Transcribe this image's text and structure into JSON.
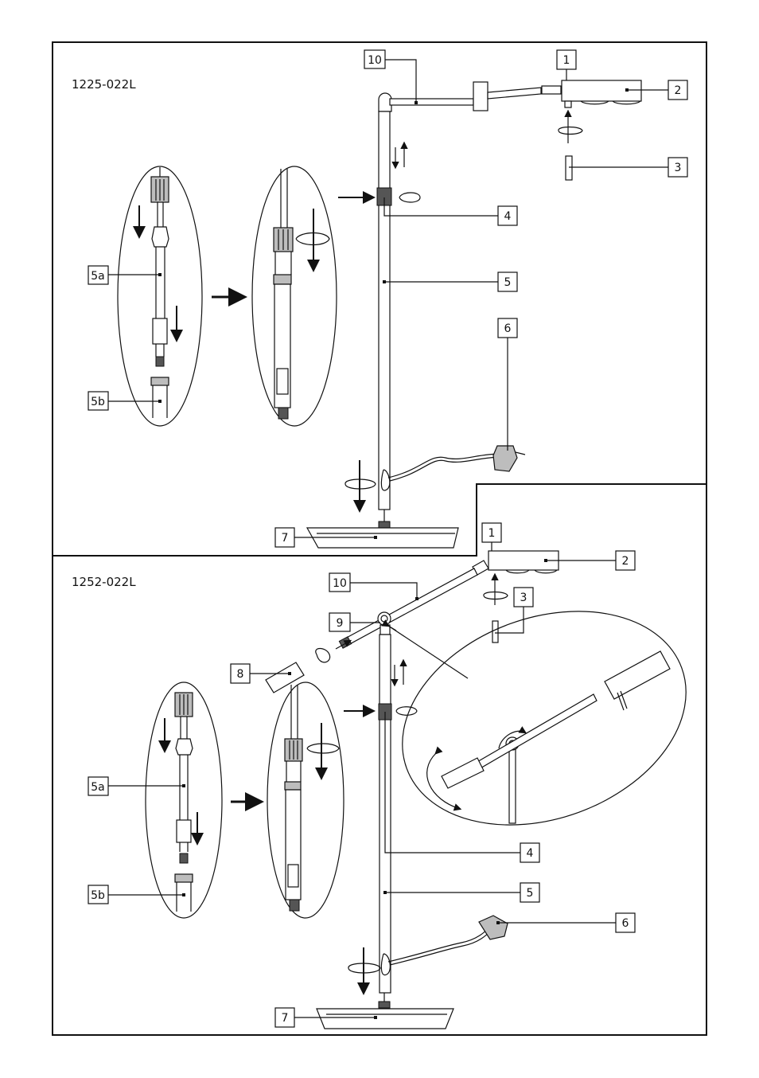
{
  "models": [
    {
      "id": "1225-022L",
      "labels": [
        "10",
        "1",
        "2",
        "3",
        "4",
        "5",
        "6",
        "5a",
        "5b",
        "7"
      ]
    },
    {
      "id": "1252-022L",
      "labels": [
        "1",
        "2",
        "10",
        "3",
        "9",
        "8",
        "4",
        "5",
        "6",
        "5a",
        "5b",
        "7"
      ]
    }
  ]
}
